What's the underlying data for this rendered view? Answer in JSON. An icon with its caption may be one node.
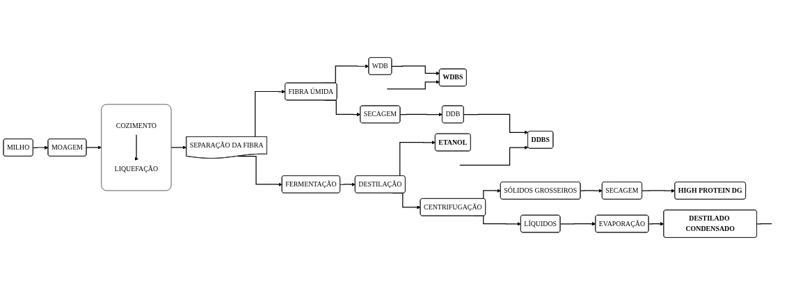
{
  "diagram": {
    "nodes": [
      {
        "text": [
          "MILHO"
        ]
      },
      {
        "text": [
          "MOAGEM"
        ]
      },
      {
        "text": [],
        "shape": "box"
      },
      {
        "text": [
          "COZIMENTO"
        ],
        "in": 2
      },
      {
        "text": [
          "LIQUEFAÇÃO"
        ],
        "in": 2
      },
      {
        "text": [
          "SEPARAÇÃO DA FIBRA"
        ]
      },
      {
        "text": [
          "FIBRA ÚMIDA"
        ]
      },
      {
        "text": [
          "WDB"
        ]
      },
      {
        "text": [
          "WDBS"
        ]
      },
      {
        "text": [
          "SECAGEM"
        ]
      },
      {
        "text": [
          "DDB"
        ]
      },
      {
        "text": [
          "DDBS"
        ]
      },
      {
        "text": [
          "FERMENTAÇÃO"
        ]
      },
      {
        "text": [
          "DESTILAÇÃO"
        ]
      },
      {
        "text": [
          "ETANOL"
        ]
      },
      {
        "text": [
          "CENTRIFUGAÇÃO"
        ]
      },
      {
        "text": [
          "SÓLIDOS GROSSEIROS"
        ]
      },
      {
        "text": [
          "SECAGEM"
        ]
      },
      {
        "text": [
          "HIGH PROTEIN DG"
        ]
      },
      {
        "text": [
          "LÍQUIDOS"
        ]
      },
      {
        "text": [
          "EVAPORAÇÃO"
        ]
      },
      {
        "text": [
          "DESTILADO CONDENSADO"
        ]
      }
    ],
    "edges": [
      {
        "from": 0,
        "to": 1,
        "arrow": "to"
      },
      {
        "from": 1,
        "to": 2,
        "arrow": "to"
      },
      {
        "from": 3,
        "to": 4,
        "arrow": "to"
      },
      {
        "from": 2,
        "to": 5,
        "arrow": "to"
      },
      {
        "from": 5,
        "to": 6,
        "arrow": "to"
      },
      {
        "from": 6,
        "to": 7,
        "arrow": "to"
      },
      {
        "from": 7,
        "to": 8,
        "arrow": "to"
      },
      {
        "from": null,
        "to": 8,
        "arrow": "to"
      },
      {
        "from": 6,
        "to": 9,
        "arrow": "to"
      },
      {
        "from": 9,
        "to": 10,
        "arrow": "to"
      },
      {
        "from": 10,
        "to": 11,
        "arrow": "to"
      },
      {
        "from": null,
        "to": 11,
        "arrow": "to"
      },
      {
        "from": 5,
        "to": 12,
        "arrow": "to"
      },
      {
        "from": 12,
        "to": 13,
        "arrow": "to"
      },
      {
        "from": 13,
        "to": 14,
        "arrow": "to"
      },
      {
        "from": 13,
        "to": 15,
        "arrow": "to"
      },
      {
        "from": 15,
        "to": 16,
        "arrow": "to"
      },
      {
        "from": 16,
        "to": 17,
        "arrow": "to"
      },
      {
        "from": 17,
        "to": 18,
        "arrow": "to"
      },
      {
        "from": 15,
        "to": 19,
        "arrow": "to"
      },
      {
        "from": 19,
        "to": 20,
        "arrow": "to"
      },
      {
        "from": 20,
        "to": 21,
        "arrow": "to"
      },
      {
        "from": 21,
        "to": null,
        "arrow": "none"
      }
    ]
  }
}
